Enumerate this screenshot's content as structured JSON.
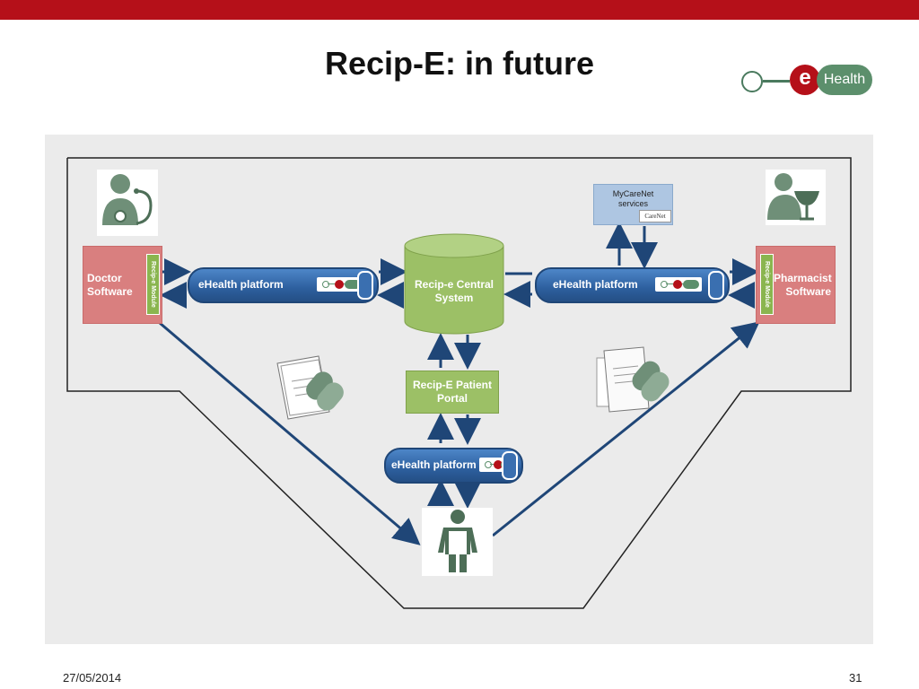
{
  "slide": {
    "title": "Recip-E: in future",
    "date": "27/05/2014",
    "page": "31"
  },
  "logo": {
    "letter": "e",
    "word": "Health"
  },
  "diagram": {
    "doctor": {
      "label": "Doctor Software",
      "module": "Recip-e Module"
    },
    "pharmacist": {
      "label": "Pharmacist Software",
      "module": "Recip-e Module"
    },
    "central": {
      "label": "Recip-e Central System"
    },
    "portal": {
      "label": "Recip-E Patient Portal"
    },
    "mycarenet": {
      "label": "MyCareNet services",
      "badge": "CareNet"
    },
    "pipe_left": {
      "label": "eHealth platform"
    },
    "pipe_right": {
      "label": "eHealth platform"
    },
    "pipe_bottom": {
      "label": "eHealth platform"
    },
    "colors": {
      "accent_red": "#b51019",
      "pipe_blue": "#2d5f9e",
      "box_green": "#9cc066",
      "box_pink": "#d97f7f",
      "arrow_blue": "#1f4677"
    },
    "icons": [
      "doctor-icon",
      "pharmacist-icon",
      "patient-icon",
      "prescription-pills-icon"
    ]
  }
}
